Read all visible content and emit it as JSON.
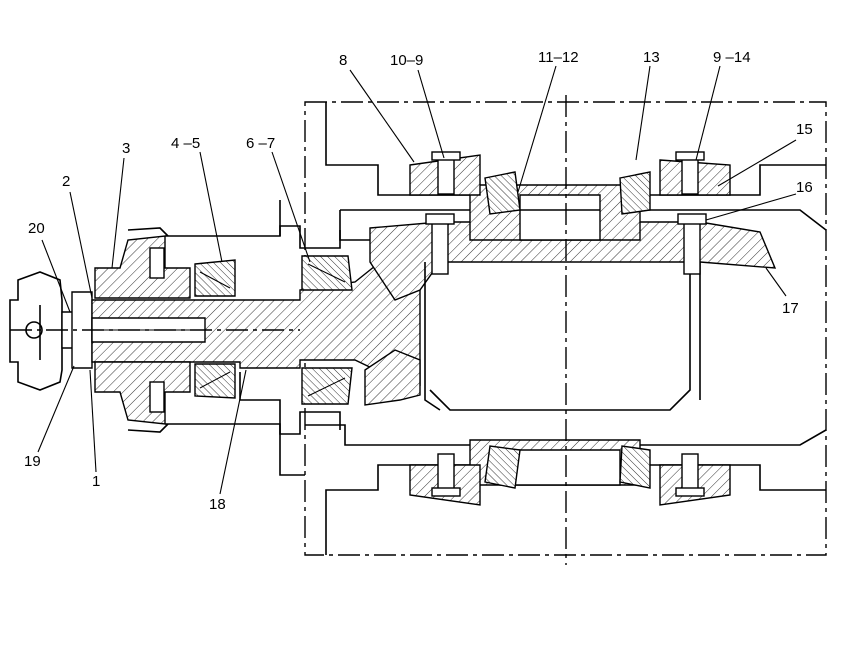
{
  "drawing": {
    "callouts": [
      {
        "id": "c1",
        "text": "1"
      },
      {
        "id": "c2",
        "text": "2"
      },
      {
        "id": "c3",
        "text": "3"
      },
      {
        "id": "c4",
        "text": "4 –5"
      },
      {
        "id": "c5",
        "text": "6 –7"
      },
      {
        "id": "c6",
        "text": "8"
      },
      {
        "id": "c7",
        "text": "10–9"
      },
      {
        "id": "c8",
        "text": "11–12"
      },
      {
        "id": "c9",
        "text": "13"
      },
      {
        "id": "c10",
        "text": "9 –14"
      },
      {
        "id": "c11",
        "text": "15"
      },
      {
        "id": "c12",
        "text": "16"
      },
      {
        "id": "c13",
        "text": "17"
      },
      {
        "id": "c14",
        "text": "18"
      },
      {
        "id": "c15",
        "text": "19"
      },
      {
        "id": "c16",
        "text": "20"
      }
    ]
  }
}
